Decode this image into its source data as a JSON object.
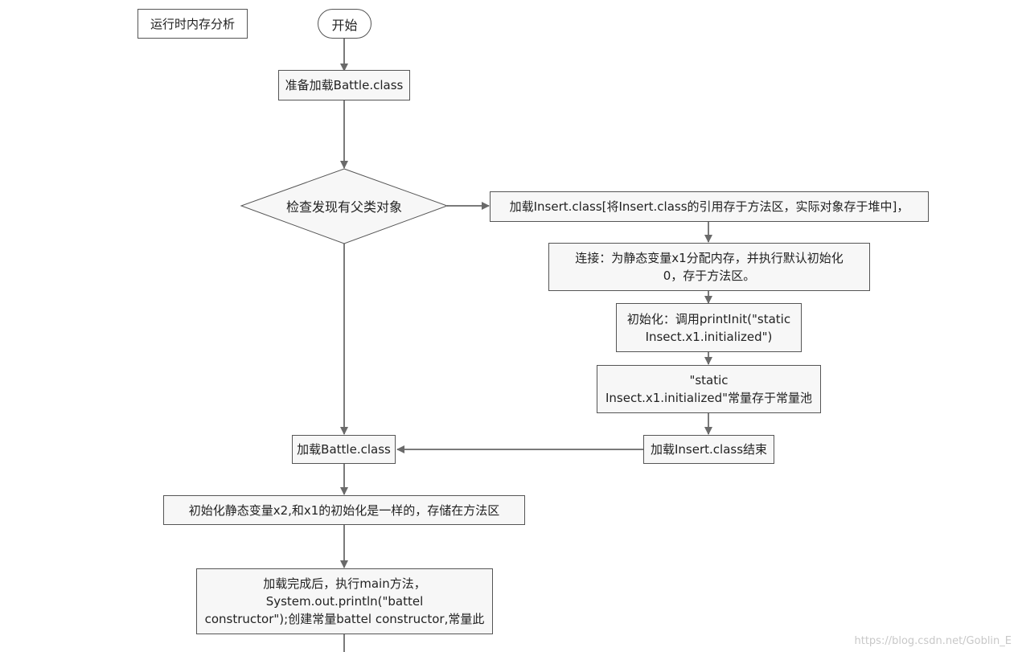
{
  "title_label": "运行时内存分析",
  "start": "开始",
  "nodes": {
    "prepare": "准备加载Battle.class",
    "check": "检查发现有父类对象",
    "load_insert": "加载Insert.class[将Insert.class的引用存于方法区，实际对象存于堆中]，",
    "link_line1": "连接：为静态变量x1分配内存，并执行默认初始化",
    "link_line2": "0，存于方法区。",
    "init_line1": "初始化：调用printInit(\"static",
    "init_line2": "Insect.x1.initialized\")",
    "const_line1": "\"static",
    "const_line2": "Insect.x1.initialized\"常量存于常量池",
    "insert_end": "加载Insert.class结束",
    "load_battle": "加载Battle.class",
    "init_x2": "初始化静态变量x2,和x1的初始化是一样的，存储在方法区",
    "main_line1": "加载完成后，执行main方法，",
    "main_line2": "System.out.println(\"battel",
    "main_line3": "constructor\");创建常量battel constructor,常量此"
  },
  "watermark": "https://blog.csdn.net/Goblin_E"
}
